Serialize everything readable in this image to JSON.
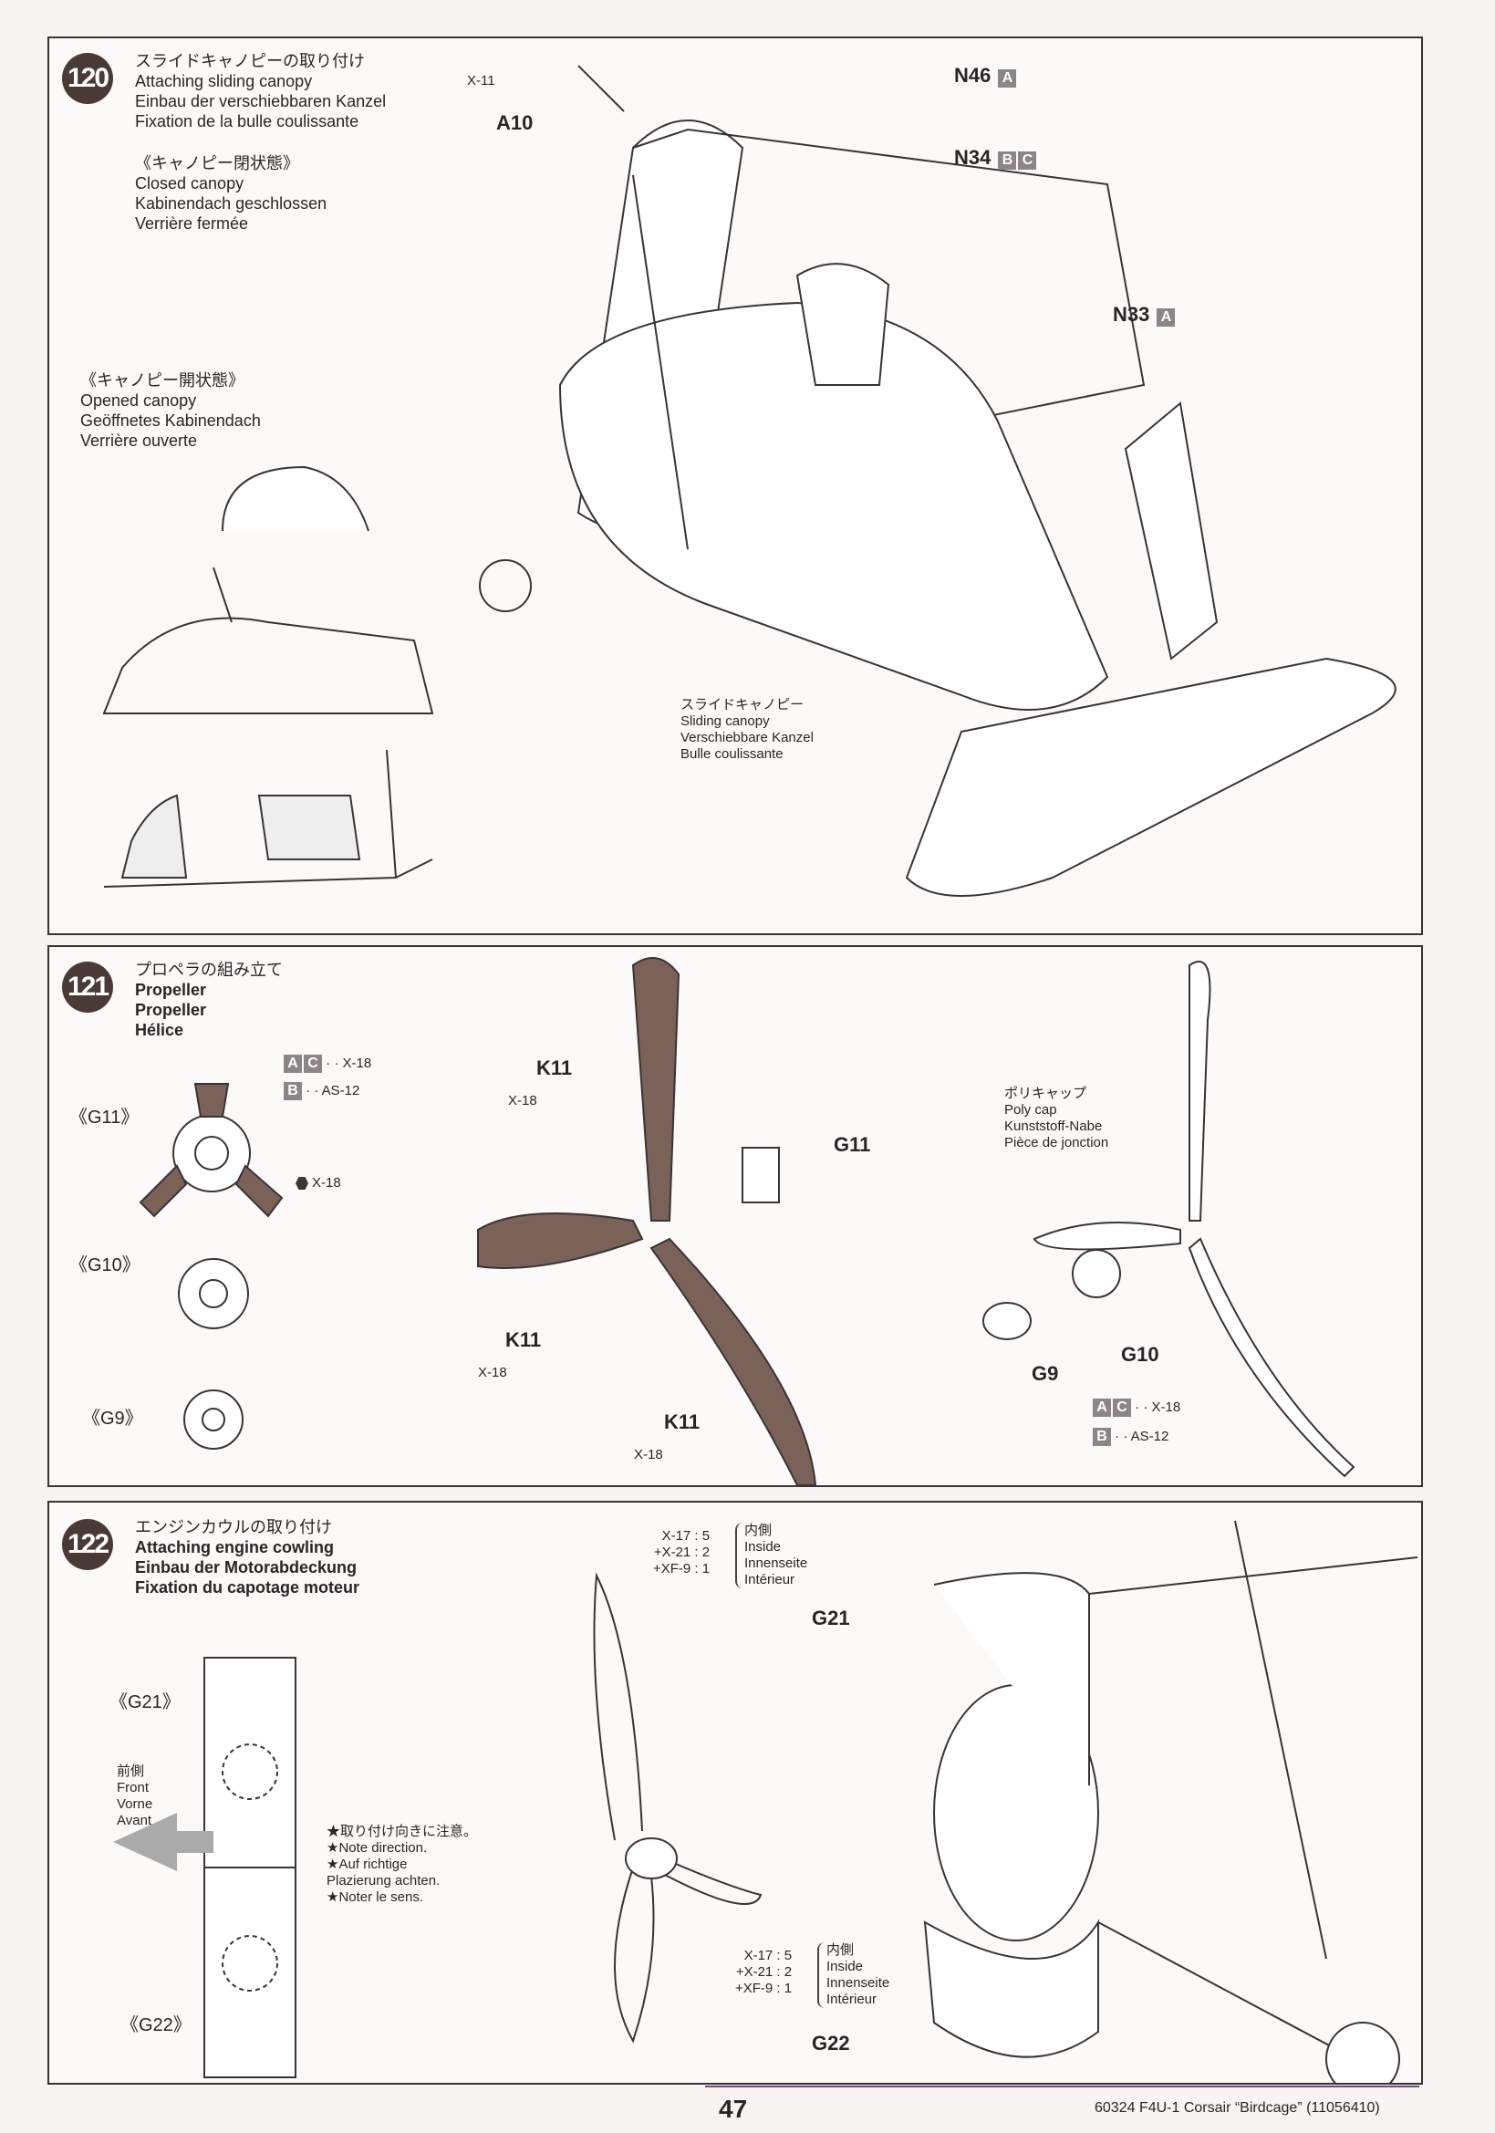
{
  "step120": {
    "number": "120",
    "title_jp": "スライドキャノピーの取り付け",
    "title_en": "Attaching sliding canopy",
    "title_de": "Einbau der verschiebbaren Kanzel",
    "title_fr": "Fixation de la bulle coulissante",
    "closed": {
      "jp": "《キャノピー閉状態》",
      "en": "Closed canopy",
      "de": "Kabinendach geschlossen",
      "fr": "Verrière fermée"
    },
    "opened": {
      "jp": "《キャノピー開状態》",
      "en": "Opened canopy",
      "de": "Geöffnetes Kabinendach",
      "fr": "Verrière ouverte"
    },
    "paint_x11": "X-11",
    "part_a10": "A10",
    "part_n46": "N46",
    "n46_box": "A",
    "part_n34": "N34",
    "n34_boxes": [
      "B",
      "C"
    ],
    "part_n33": "N33",
    "n33_box": "A",
    "sliding": {
      "jp": "スライドキャノピー",
      "en": "Sliding canopy",
      "de": "Verschiebbare Kanzel",
      "fr": "Bulle coulissante"
    }
  },
  "step121": {
    "number": "121",
    "title_jp": "プロペラの組み立て",
    "title_en": "Propeller",
    "title_de": "Propeller",
    "title_fr": "Hélice",
    "paint1_boxes": [
      "A",
      "C"
    ],
    "paint1": "· · X-18",
    "paint2_boxes": [
      "B"
    ],
    "paint2": "· · AS-12",
    "g11_label": "《G11》",
    "g11_x18": "X-18",
    "g10_label": "《G10》",
    "g9_label": "《G9》",
    "k11": "K11",
    "x18": "X-18",
    "g11": "G11",
    "polycap": {
      "jp": "ポリキャップ",
      "en": "Poly cap",
      "de": "Kunststoff-Nabe",
      "fr": "Pièce de jonction"
    },
    "g10": "G10",
    "g9": "G9"
  },
  "step122": {
    "number": "122",
    "title_jp": "エンジンカウルの取り付け",
    "title_en": "Attaching engine cowling",
    "title_de": "Einbau der Motorabdeckung",
    "title_fr": "Fixation du capotage moteur",
    "g21_label": "《G21》",
    "g22_label": "《G22》",
    "front": {
      "jp": "前側",
      "en": "Front",
      "de": "Vorne",
      "fr": "Avant"
    },
    "note": {
      "jp": "★取り付け向きに注意。",
      "en": "★Note direction.",
      "de1": "★Auf richtige",
      "de2": "Plazierung achten.",
      "fr": "★Noter le sens."
    },
    "mix": [
      "X-17 : 5",
      "+X-21 : 2",
      "+XF-9 : 1"
    ],
    "inside": {
      "jp": "内側",
      "en": "Inside",
      "de": "Innenseite",
      "fr": "Intérieur"
    },
    "g21": "G21",
    "g22": "G22"
  },
  "footer": {
    "page": "47",
    "product": "60324  F4U-1 Corsair “Birdcage” (11056410)"
  }
}
